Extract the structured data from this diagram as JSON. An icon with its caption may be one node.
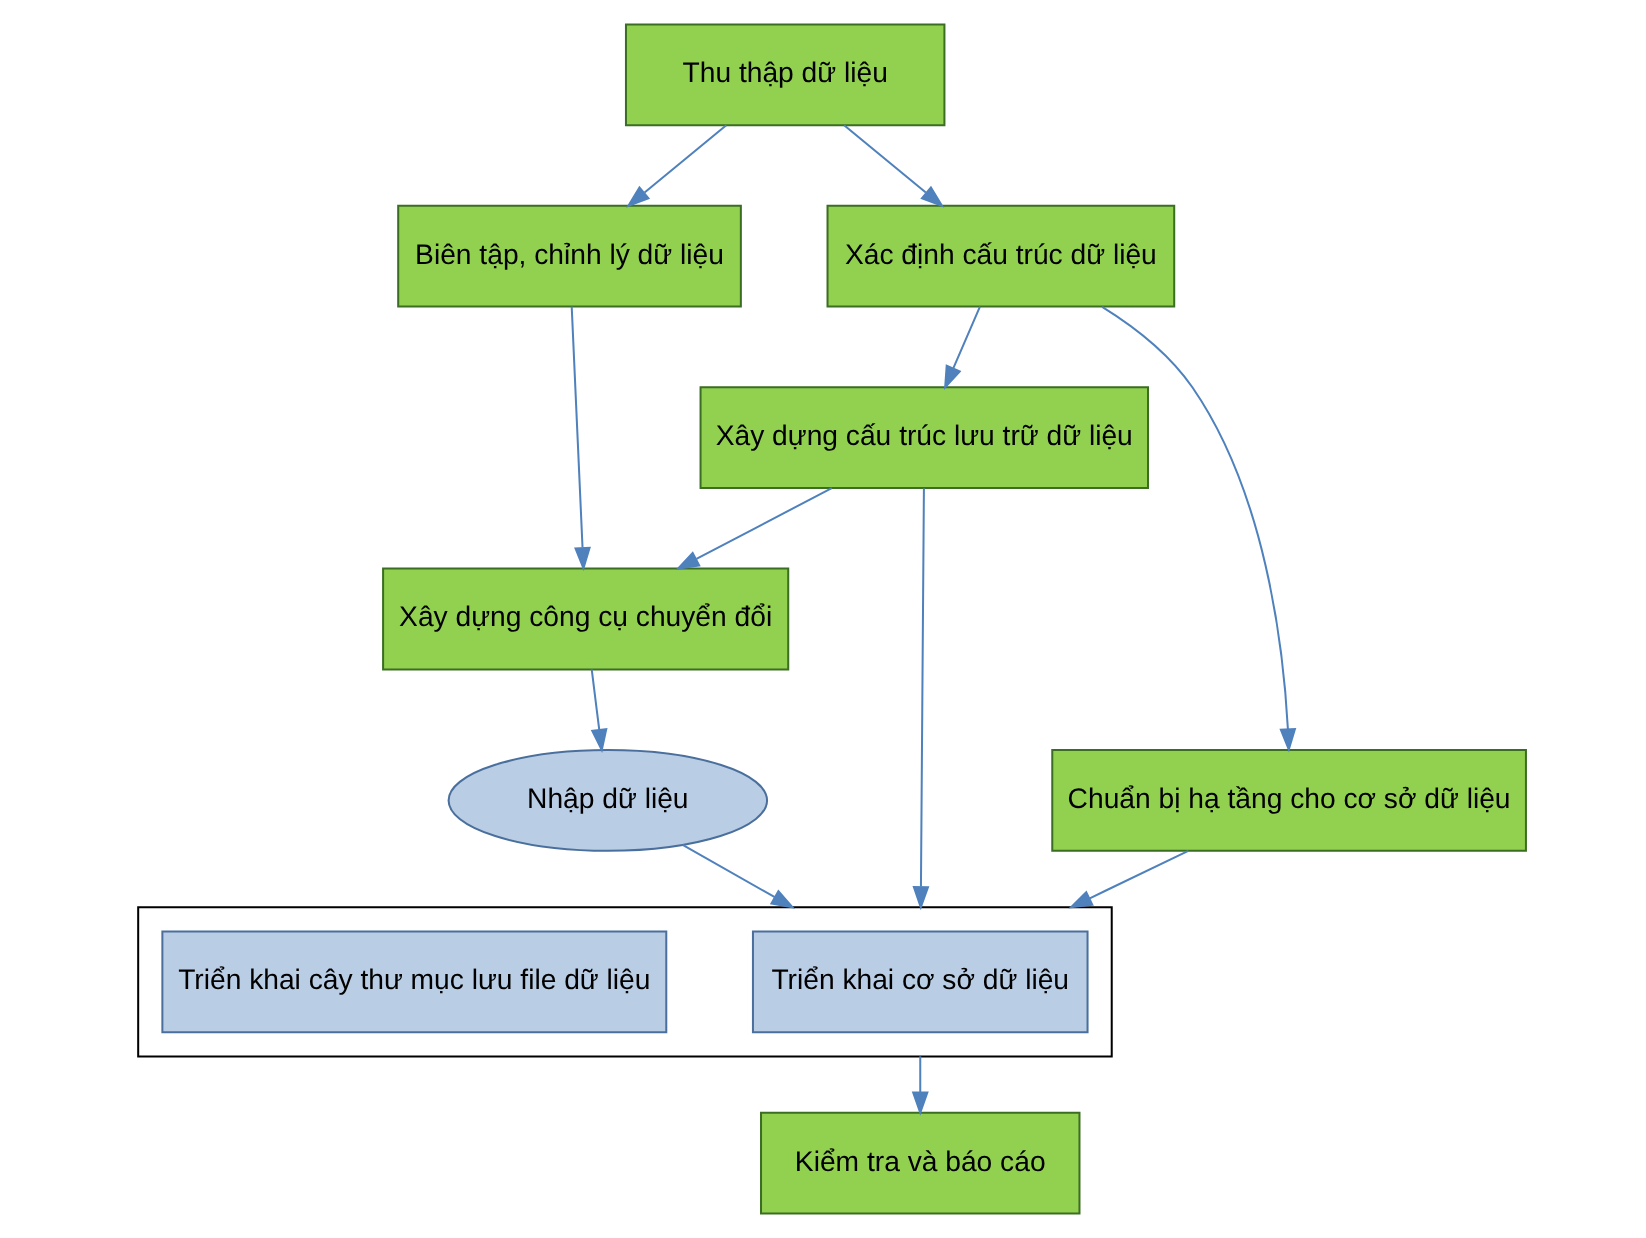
{
  "diagram": {
    "nodes": [
      {
        "text": [
          "Thu thập dữ liệu"
        ]
      },
      {
        "text": [
          "Xác định cấu trúc dữ liệu"
        ]
      },
      {
        "text": [
          "Chuẩn bị hạ tầng cho cơ sở dữ liệu"
        ]
      },
      {
        "text": [
          "Biên tập, chỉnh lý dữ liệu"
        ]
      },
      {
        "text": [
          "Xây dựng cấu trúc lưu trữ dữ liệu"
        ]
      },
      {
        "text": [
          "Xây dựng công cụ chuyển đổi"
        ]
      },
      {
        "text": [
          "Nhập dữ liệu"
        ]
      },
      {
        "text": [],
        "shape": "box"
      },
      {
        "text": [
          "Triển khai cơ sở dữ liệu"
        ],
        "in": 7
      },
      {
        "text": [
          "Triển khai cây thư mục lưu file dữ liệu"
        ],
        "in": 7
      },
      {
        "text": [
          "Kiểm tra và báo cáo"
        ]
      }
    ],
    "edges": [
      {
        "from": 0,
        "to": 1,
        "arrow": "to"
      },
      {
        "from": 1,
        "to": 2,
        "arrow": "to"
      },
      {
        "from": 0,
        "to": 3,
        "arrow": "to"
      },
      {
        "from": 1,
        "to": 4,
        "arrow": "to"
      },
      {
        "from": 3,
        "to": 5,
        "arrow": "to"
      },
      {
        "from": 4,
        "to": 5,
        "arrow": "to"
      },
      {
        "from": 4,
        "to": 7,
        "arrow": "to"
      },
      {
        "from": 2,
        "to": 7,
        "arrow": "to"
      },
      {
        "from": 5,
        "to": 6,
        "arrow": "to"
      },
      {
        "from": 6,
        "to": 7,
        "arrow": "to"
      },
      {
        "from": 7,
        "to": 10,
        "arrow": "to"
      }
    ]
  }
}
